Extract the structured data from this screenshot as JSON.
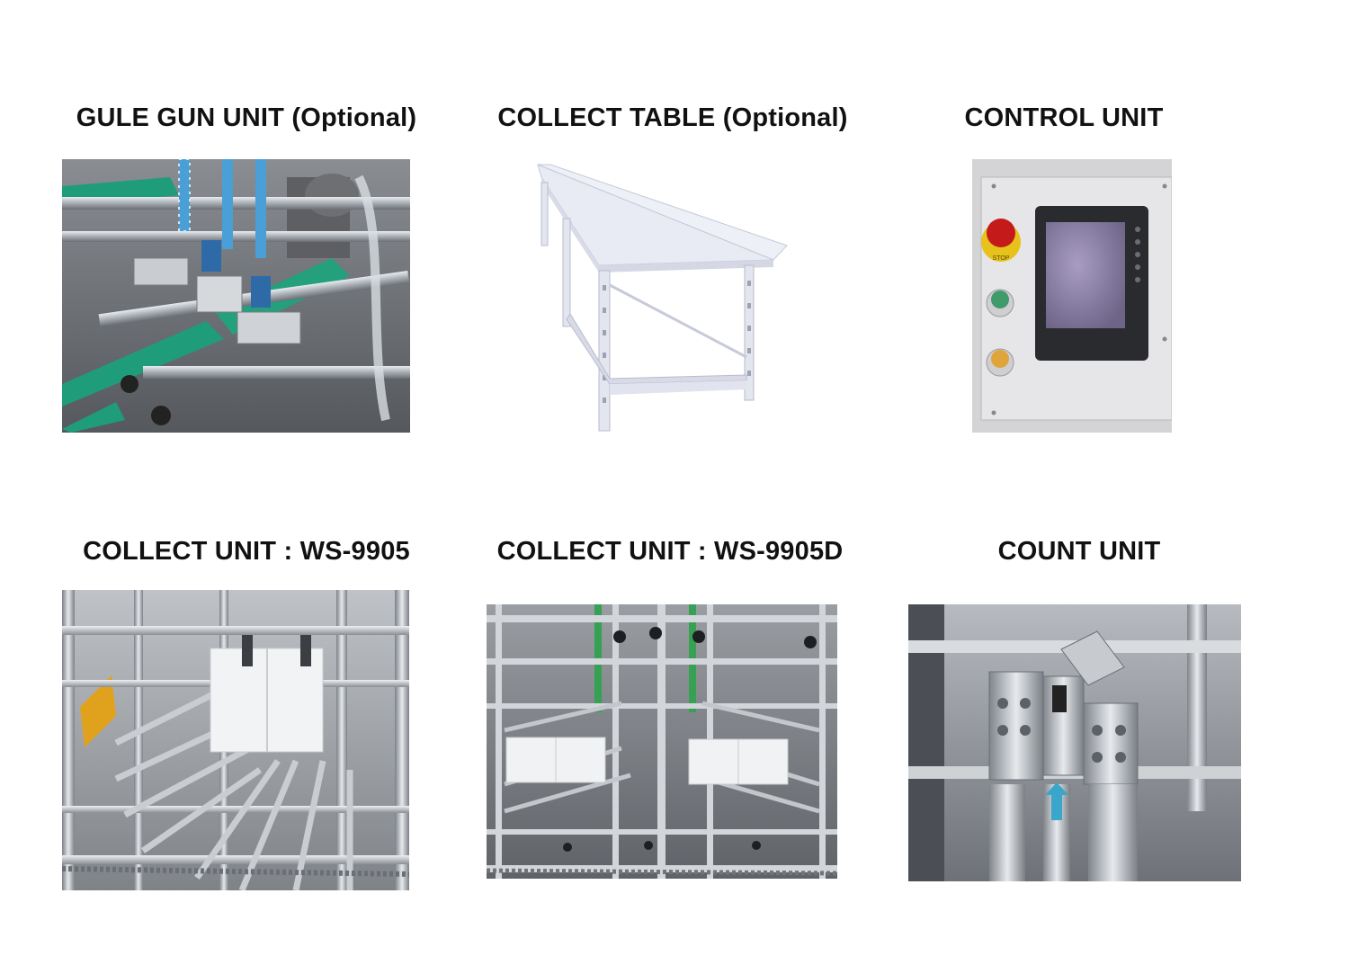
{
  "panels": [
    {
      "id": "glue-gun",
      "title": "GULE GUN UNIT (Optional)"
    },
    {
      "id": "collect-table",
      "title": "COLLECT TABLE (Optional)"
    },
    {
      "id": "control",
      "title": "CONTROL UNIT",
      "stop_label": "STOP"
    },
    {
      "id": "collect-9905",
      "title": "COLLECT UNIT : WS-9905"
    },
    {
      "id": "collect-9905d",
      "title": "COLLECT UNIT : WS-9905D"
    },
    {
      "id": "count",
      "title": "COUNT UNIT"
    }
  ]
}
